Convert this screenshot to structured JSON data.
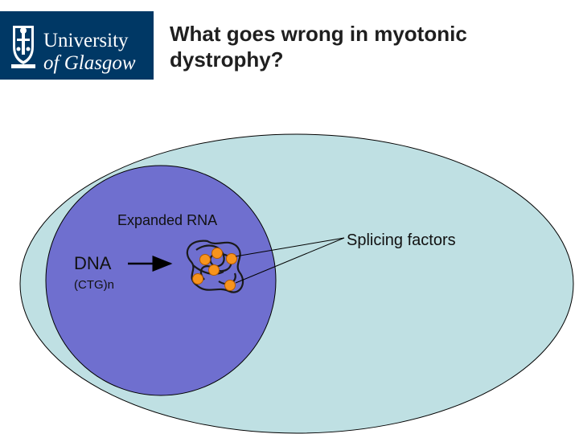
{
  "logo": {
    "line1": "University",
    "line2": "of Glasgow",
    "brand_color": "#003865"
  },
  "title": {
    "line1": "What goes wrong in myotonic",
    "line2": "dystrophy?"
  },
  "diagram": {
    "expanded_rna_label": "Expanded RNA",
    "splicing_factors_label": "Splicing factors",
    "dna_label": "DNA",
    "ctg_label": "(CTG)n",
    "colors": {
      "cell": "#bfe0e3",
      "nucleus": "#6f6fcf",
      "splicing_factor": "#f7941d",
      "outline": "#000000"
    }
  }
}
